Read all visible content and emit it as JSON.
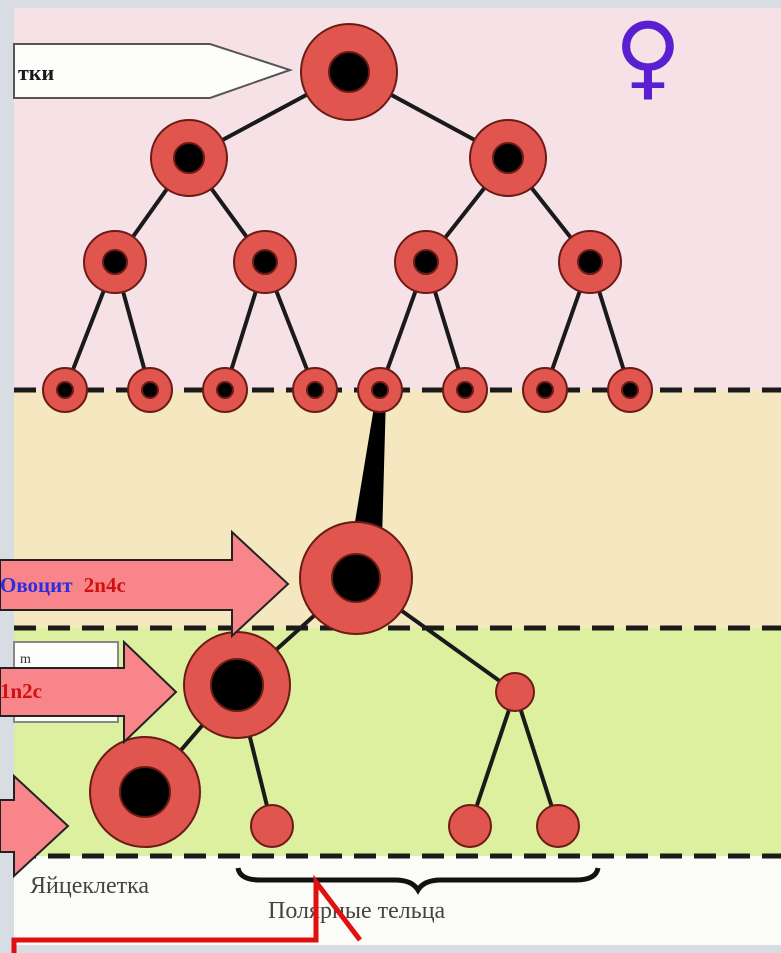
{
  "colors": {
    "frame": "#d8dde4",
    "zone_pink": "#f6e2e6",
    "zone_tan": "#f5e7bf",
    "zone_green": "#dcf0a0",
    "zone_white": "#fbfbf8",
    "cell_fill": "#e0554d",
    "cell_stroke": "#6b1b16",
    "nucleus": "#000000",
    "arrow_fill": "#f7858a",
    "arrow_stroke": "#222222",
    "label_blue": "#2a2ee0",
    "label_red": "#d11010",
    "female_symbol": "#5a1fd0",
    "red_outline": "#e01010"
  },
  "diagram": {
    "female_symbol": "♀",
    "label_top_fragment": "тки",
    "label_oocyte_prefix": "Овоцит",
    "label_oocyte_formula": "2n4c",
    "label_fragment_1n2c_small": "m",
    "label_second_formula": "1n2c",
    "label_egg": "Яйцеклетка",
    "label_polar": "Полярные тельца"
  }
}
